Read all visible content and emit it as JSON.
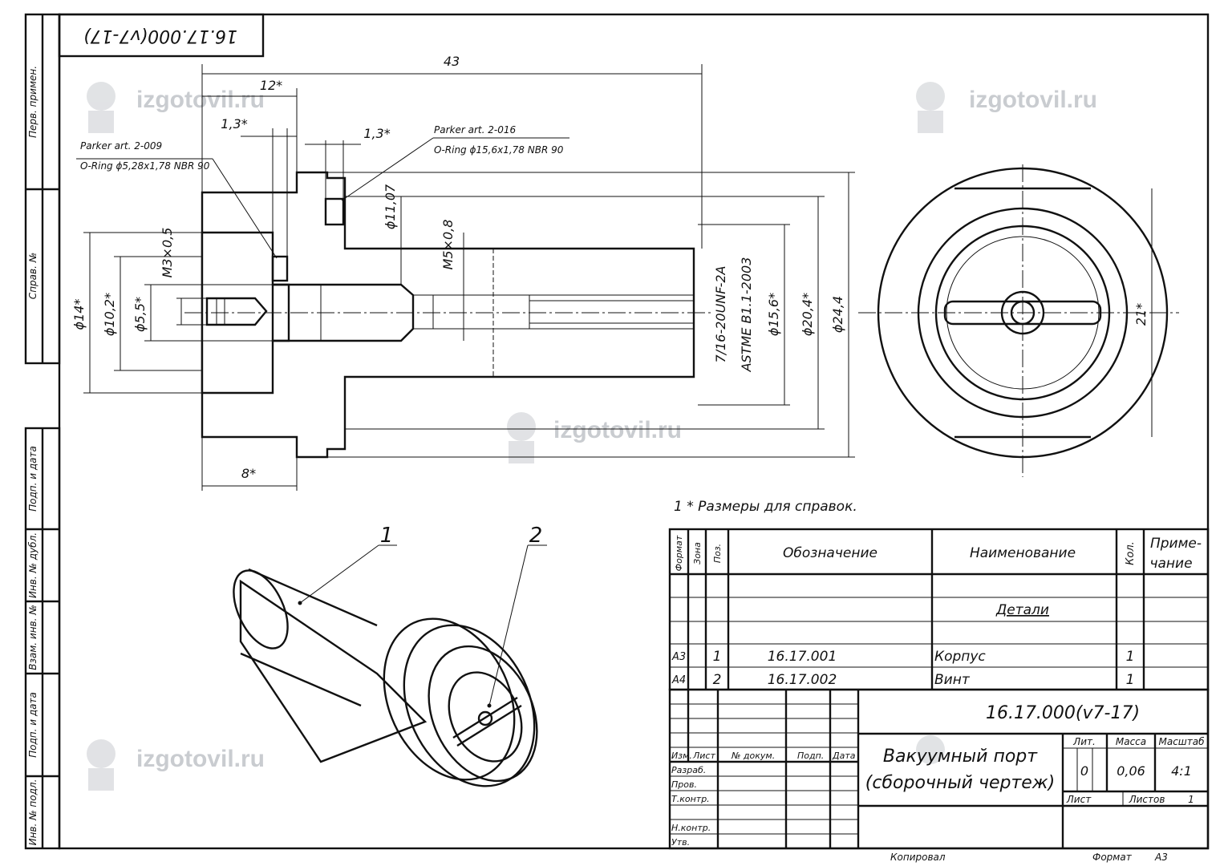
{
  "stamp_code_rotated": "16.17.000(v7-17)",
  "watermark": "izgotovil.ru",
  "side_labels": [
    "Перв. примен.",
    "Справ. №",
    "Подп. и дата",
    "Инв. № дубл.",
    "Взам. инв. №",
    "Подп. и дата",
    "Инв. № подл."
  ],
  "dims": {
    "d43": "43",
    "d12": "12*",
    "d13a": "1,3*",
    "d13b": "1,3*",
    "d8": "8*",
    "d14": "ϕ14*",
    "d102": "ϕ10,2*",
    "d55": "ϕ5,5*",
    "m3": "M3×0,5",
    "m5": "M5×0,8",
    "d1107": "ϕ11,07",
    "unf1": "7/16-20UNF-2A",
    "unf2": "ASTME B1.1-2003",
    "d156": "ϕ15,6*",
    "d204": "ϕ20,4*",
    "d244": "ϕ24,4",
    "d21": "21*"
  },
  "callouts": {
    "parker1_art": "Parker art. 2-009",
    "parker1_ring": "O-Ring ϕ5,28x1,78 NBR 90",
    "parker2_art": "Parker art. 2-016",
    "parker2_ring": "O-Ring ϕ15,6x1,78 NBR 90",
    "pos1": "1",
    "pos2": "2"
  },
  "note": "1  * Размеры для справок.",
  "spec_table": {
    "headers": {
      "format": "Формат",
      "zone": "Зона",
      "pos": "Поз.",
      "designation": "Обозначение",
      "name": "Наименование",
      "qty": "Кол.",
      "note1": "Приме-",
      "note2": "чание"
    },
    "section": "Детали",
    "rows": [
      {
        "format": "А3",
        "pos": "1",
        "designation": "16.17.001",
        "name": "Корпус",
        "qty": "1"
      },
      {
        "format": "А4",
        "pos": "2",
        "designation": "16.17.002",
        "name": "Винт",
        "qty": "1"
      }
    ]
  },
  "title_block": {
    "code": "16.17.000(v7-17)",
    "name_line1": "Вакуумный порт",
    "name_line2": "(сборочный чертеж)",
    "lit_label": "Лит.",
    "mass_label": "Масса",
    "scale_label": "Масштаб",
    "lit": "0",
    "mass": "0,06",
    "scale": "4:1",
    "sheet_label": "Лист",
    "sheets_label": "Листов",
    "sheets": "1",
    "col_izm": "Изм.",
    "col_list": "Лист",
    "col_doc": "№ докум.",
    "col_podp": "Подп.",
    "col_date": "Дата",
    "row_razrab": "Разраб.",
    "row_prov": "Пров.",
    "row_tkontr": "Т.контр.",
    "row_nkontr": "Н.контр.",
    "row_utv": "Утв."
  },
  "footer": {
    "copied": "Копировал",
    "format_label": "Формат",
    "format": "А3"
  }
}
